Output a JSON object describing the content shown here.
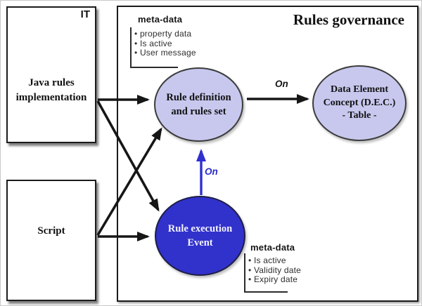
{
  "frame": {
    "title": "Rules governance"
  },
  "it_group": {
    "tag": "IT",
    "java_box_label": "Java rules implementation",
    "script_box_label": "Script"
  },
  "metadata_top": {
    "heading": "meta-data",
    "items": [
      "property data",
      "Is active",
      "User message"
    ]
  },
  "metadata_bottom": {
    "heading": "meta-data",
    "items": [
      "Is active",
      "Validity date",
      "Expiry date"
    ]
  },
  "nodes": {
    "rule_definition": {
      "lines": [
        "Rule definition",
        "and rules set"
      ]
    },
    "dec": {
      "lines": [
        "Data Element",
        "Concept (D.E.C.)",
        "- Table -"
      ]
    },
    "rule_execution": {
      "lines": [
        "Rule execution",
        "Event"
      ]
    }
  },
  "edges": {
    "definition_to_dec_label": "On",
    "execution_to_definition_label": "On"
  },
  "colors": {
    "node_light_fill": "#c8c8ef",
    "node_dark_fill": "#3131cb",
    "blue_arrow": "#3030cf",
    "ink": "#161616"
  }
}
